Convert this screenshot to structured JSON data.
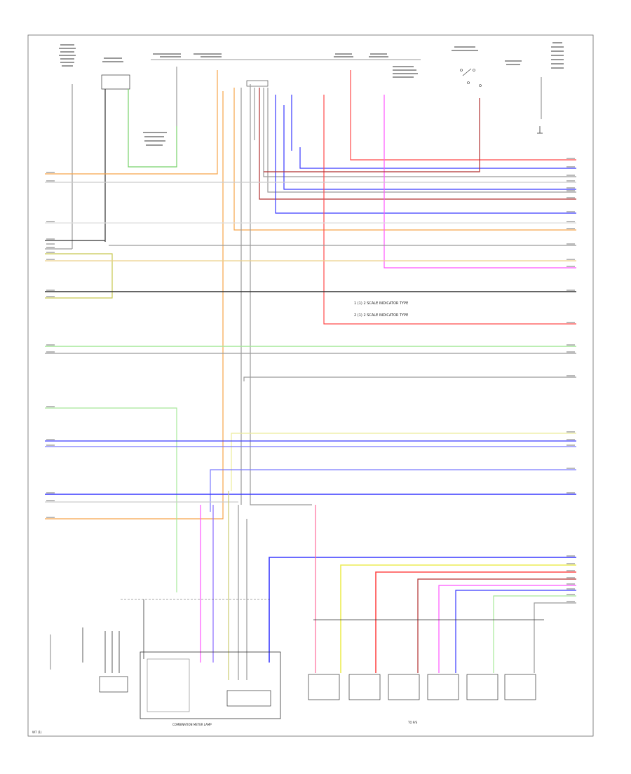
{
  "diagram": {
    "legend_notes": [
      "1  (1) 2 SCALE INDICATOR TYPE",
      "2  (1) 2 SCALE INDICATOR TYPE"
    ],
    "bottom_left_code": "W7 (1)",
    "bottom_group_labels": {
      "left_panel": "COMBINATION METER LAMP",
      "right_panel": "TO P/S"
    },
    "colors": {
      "orange": "#f7a54a",
      "green": "#78d26a",
      "blue": "#3a3aff",
      "red": "#ff4a4a",
      "magenta": "#ff55ff",
      "yellow": "#ecec55",
      "gray": "#9a9a9a",
      "black": "#333333",
      "darkred": "#b03030"
    }
  }
}
